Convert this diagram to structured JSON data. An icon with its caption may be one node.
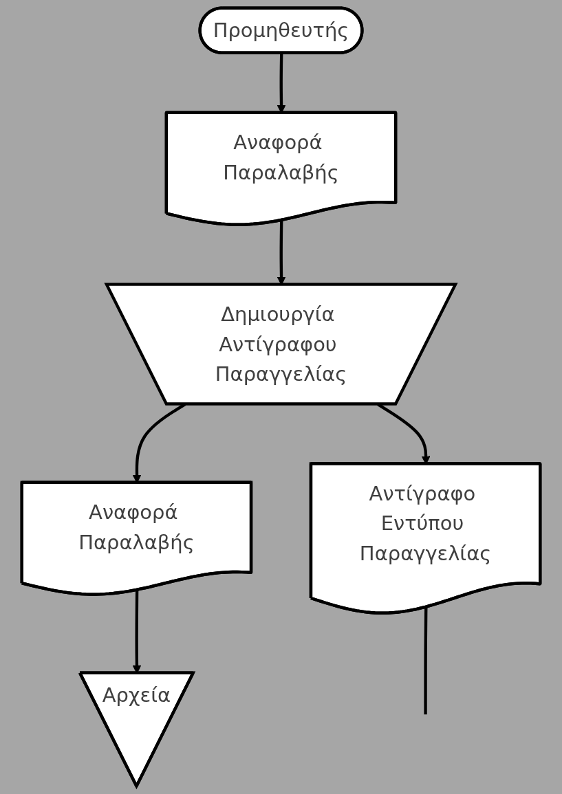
{
  "diagram": {
    "nodes": [
      {
        "text": [
          "Προμηθευτής"
        ]
      },
      {
        "text": [
          "Αναφορά Παραλαβής"
        ]
      },
      {
        "text": [
          "Αρχεία"
        ]
      },
      {
        "text": [
          "Δημιουργία Αντίγραφου Παραγγελίας"
        ]
      },
      {
        "text": [
          "Αναφορά Παραλαβής"
        ]
      },
      {
        "text": [
          "Αντίγραφο Εντύπου Παραγγελίας"
        ]
      }
    ],
    "edges": [
      {
        "from": 0,
        "to": 1,
        "arrow": "to"
      },
      {
        "from": 1,
        "to": 3,
        "arrow": "to"
      },
      {
        "from": 3,
        "to": 4,
        "arrow": "to"
      },
      {
        "from": 3,
        "to": 5,
        "arrow": "to"
      },
      {
        "from": 4,
        "to": 2,
        "arrow": "to"
      },
      {
        "from": 5,
        "to": null,
        "arrow": "none"
      }
    ]
  }
}
